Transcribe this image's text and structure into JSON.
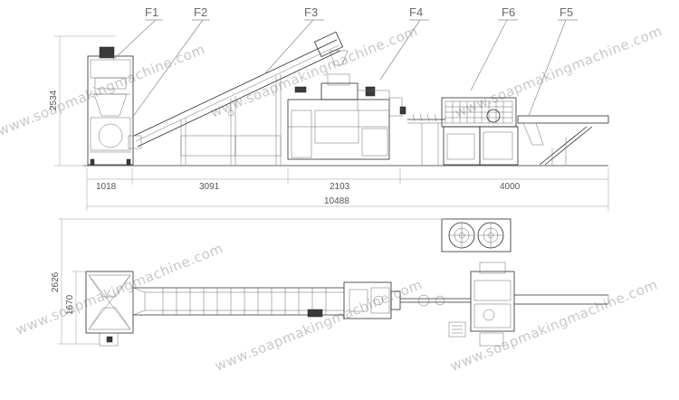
{
  "labels": {
    "f1": "F1",
    "f2": "F2",
    "f3": "F3",
    "f4": "F4",
    "f5": "F5",
    "f6": "F6"
  },
  "dimensions": {
    "side_height": "2534",
    "seg_1": "1018",
    "seg_2": "3091",
    "seg_3": "2103",
    "seg_4": "4000",
    "total_length": "10488",
    "top_width_outer": "2626",
    "top_width_inner": "1670"
  },
  "watermark": "www.soapmakingmachine.com"
}
